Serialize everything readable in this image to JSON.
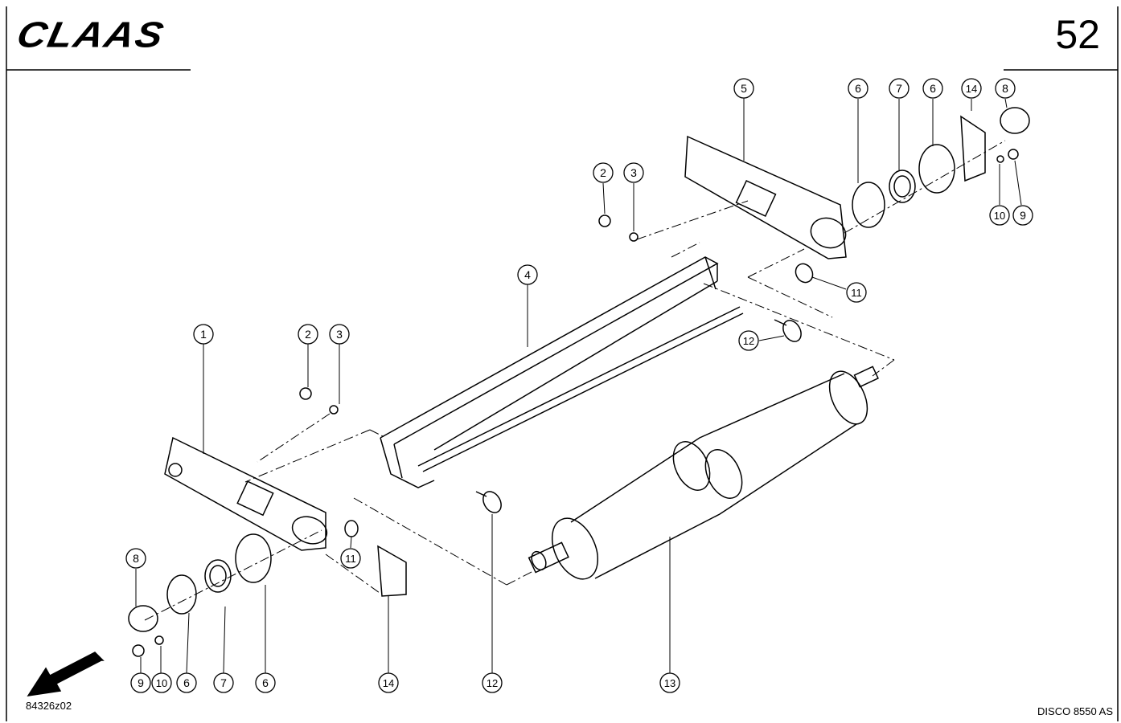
{
  "header": {
    "brand": "CLAAS",
    "page_number": "52"
  },
  "footer": {
    "drawing_number": "84326z02",
    "model": "DISCO 8550 AS"
  },
  "callouts": [
    {
      "label": "1"
    },
    {
      "label": "2"
    },
    {
      "label": "3"
    },
    {
      "label": "11"
    },
    {
      "label": "8"
    },
    {
      "label": "9"
    },
    {
      "label": "10"
    },
    {
      "label": "6"
    },
    {
      "label": "7"
    },
    {
      "label": "6"
    },
    {
      "label": "14"
    },
    {
      "label": "12"
    },
    {
      "label": "13"
    },
    {
      "label": "4"
    },
    {
      "label": "12"
    },
    {
      "label": "5"
    },
    {
      "label": "2"
    },
    {
      "label": "3"
    },
    {
      "label": "6"
    },
    {
      "label": "7"
    },
    {
      "label": "6"
    },
    {
      "label": "14"
    },
    {
      "label": "8"
    },
    {
      "label": "10"
    },
    {
      "label": "9"
    },
    {
      "label": "11"
    }
  ]
}
